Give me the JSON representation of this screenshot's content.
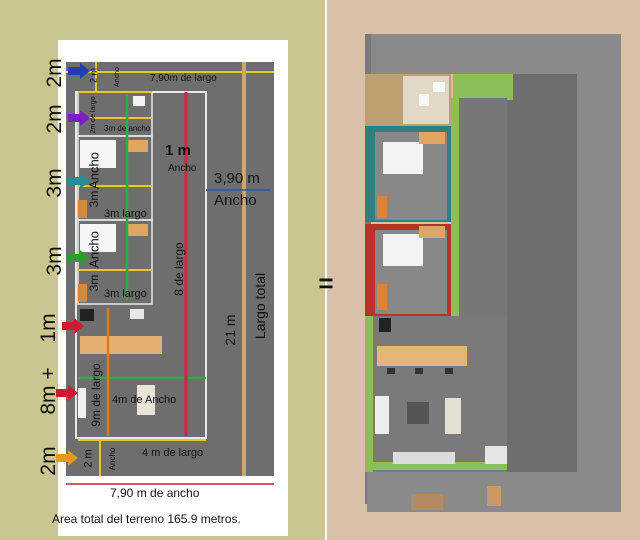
{
  "left_plan": {
    "arrow_labels": [
      "2m",
      "2m",
      "3m",
      "3m",
      "1m",
      "8m +",
      "2m"
    ],
    "arrow_colors": [
      "#1f3fb0",
      "#7a1fc0",
      "#2a8a9a",
      "#2f9a2f",
      "#d01830",
      "#d01830",
      "#e39a1a"
    ],
    "dim_top_length": "7,90m de largo",
    "dim_2m_small": "2 m",
    "dim_ancho_small": "Ancho",
    "dim_2m_largo": "2m de largo",
    "dim_3m_ancho": "3m de ancho",
    "dim_1m": "1 m",
    "dim_1m_ancho": "Ancho",
    "dim_390": "3,90 m",
    "dim_390_ancho": "Ancho",
    "dim_ancho_room1": "Ancho",
    "dim_3m_room1": "3m",
    "dim_3m_largo_room1": "3m largo",
    "dim_8m_largo": "8 de largo",
    "dim_ancho_room2": "Ancho",
    "dim_3m_room2": "3m",
    "dim_3m_largo_room2": "3m largo",
    "dim_21m": "21 m",
    "dim_largo_total": "Largo total",
    "dim_9m_largo": "9m de largo",
    "dim_4m_ancho": "4m  de Ancho",
    "dim_2m_bottom": "2 m",
    "dim_ancho_bottom": "Ancho",
    "dim_4m_largo": "4 m de largo",
    "dim_bottom_width": "7,90 m de ancho",
    "area_caption": "Area total del terreno 165.9 metros."
  },
  "equals_sign": "=",
  "colors": {
    "panel_left": "#c9c690",
    "panel_right": "#d9c1a8",
    "floor_gray": "#6e6e6e",
    "red_bedroom_wall": "#b8322a",
    "teal_bedroom_wall": "#2e7f82",
    "garden_green": "#8bbf5a"
  }
}
